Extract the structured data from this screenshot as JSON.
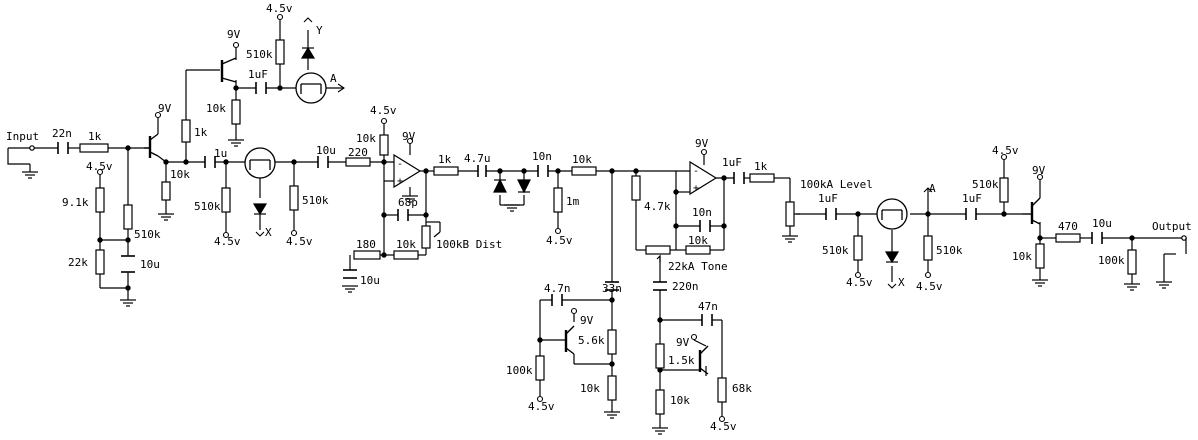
{
  "labels": {
    "input": "Input",
    "output": "Output",
    "c_in": "22n",
    "r_in": "1k",
    "v45_bias": "4.5v",
    "r_91k": "9.1k",
    "r_510k_bias": "510k",
    "r_22k": "22k",
    "c_10u_bias": "10u",
    "v9_q1": "9V",
    "r_10k_q1": "10k",
    "r_1k_q1": "1k",
    "c_1u_1": "1u",
    "r_510k_1": "510k",
    "v45_a": "4.5v",
    "led_x1": "X",
    "r_510k_2": "510k",
    "v45_b": "4.5v",
    "v9_top": "9V",
    "v45_top": "4.5v",
    "r_510k_top": "510k",
    "c_1uf_top": "1uF",
    "r_10k_top": "10k",
    "led_y": "Y",
    "jfet_a": "A",
    "c_10u_2": "10u",
    "r_220": "220",
    "v45_c": "4.5v",
    "r_10k_bias2": "10k",
    "v9_op1": "9V",
    "c_68p": "68p",
    "r_180": "180",
    "r_10k_fb": "10k",
    "pot_dist": "100kB Dist",
    "c_10u_gnd": "10u",
    "r_1k_2": "1k",
    "c_47u": "4.7u",
    "c_10n": "10n",
    "r_1m": "1m",
    "v45_d": "4.5v",
    "r_10k_3": "10k",
    "v9_op2": "9V",
    "c_1uf_2": "1uF",
    "r_1k_3": "1k",
    "r_47k": "4.7k",
    "c_10n_2": "10n",
    "r_10k_4": "10k",
    "pot_tone": "22kA Tone",
    "c_33n": "33n",
    "c_47n_1": "4.7n",
    "v9_q2": "9V",
    "r_56k": "5.6k",
    "r_100k_q2": "100k",
    "v45_e": "4.5v",
    "r_10k_q2": "10k",
    "c_220n": "220n",
    "c_47n_2": "47n",
    "v9_q3": "9V",
    "r_15k": "1.5k",
    "r_10k_q3": "10k",
    "r_68k": "68k",
    "v45_f": "4.5v",
    "pot_level": "100kA Level",
    "c_1uf_3": "1uF",
    "r_510k_3": "510k",
    "v45_g": "4.5v",
    "led_x2": "X",
    "jfet_a2": "A",
    "r_510k_4": "510k",
    "v45_h": "4.5v",
    "c_1uf_4": "1uF",
    "v45_i": "4.5v",
    "r_510k_5": "510k",
    "v9_q4": "9V",
    "r_470": "470",
    "c_10u_out": "10u",
    "r_10k_out": "10k",
    "r_100k_out": "100k"
  }
}
